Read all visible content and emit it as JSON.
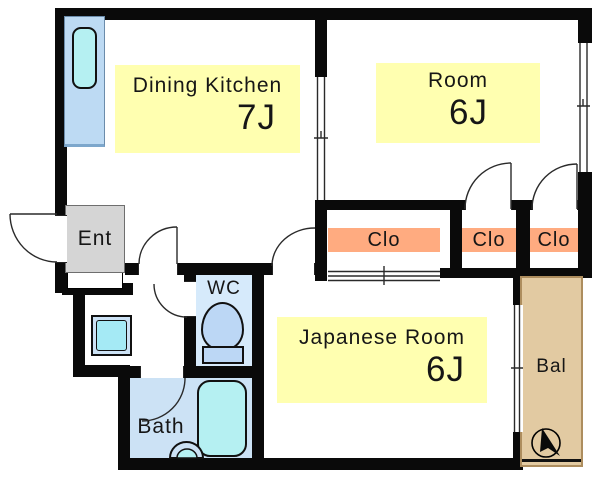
{
  "rooms": {
    "dining_kitchen": {
      "name": "Dining Kitchen",
      "size": "7J"
    },
    "room": {
      "name": "Room",
      "size": "6J"
    },
    "japanese_room": {
      "name": "Japanese Room",
      "size": "6J"
    },
    "closet_1": {
      "name": "Clo"
    },
    "closet_2": {
      "name": "Clo"
    },
    "closet_3": {
      "name": "Clo"
    },
    "entrance": {
      "name": "Ent"
    },
    "toilet": {
      "name": "WC"
    },
    "bath": {
      "name": "Bath"
    },
    "balcony": {
      "name": "Bal"
    }
  },
  "colors": {
    "wall": "#0A0A0A",
    "room_label_bg": "#FFFFB0",
    "closet_label_bg": "#FFAB80",
    "entrance_bg": "#D5D5D5",
    "wet_area_floor": "#CCE2F5",
    "toilet_room_floor": "#D6EAFB",
    "fixture_cyan": "#B5F0F2",
    "counter_blue": "#BDDAF3",
    "toilet_fixture": "#BCD7F5",
    "balcony_bg": "#E2CAA2",
    "balcony_border": "#AD8D5E"
  }
}
